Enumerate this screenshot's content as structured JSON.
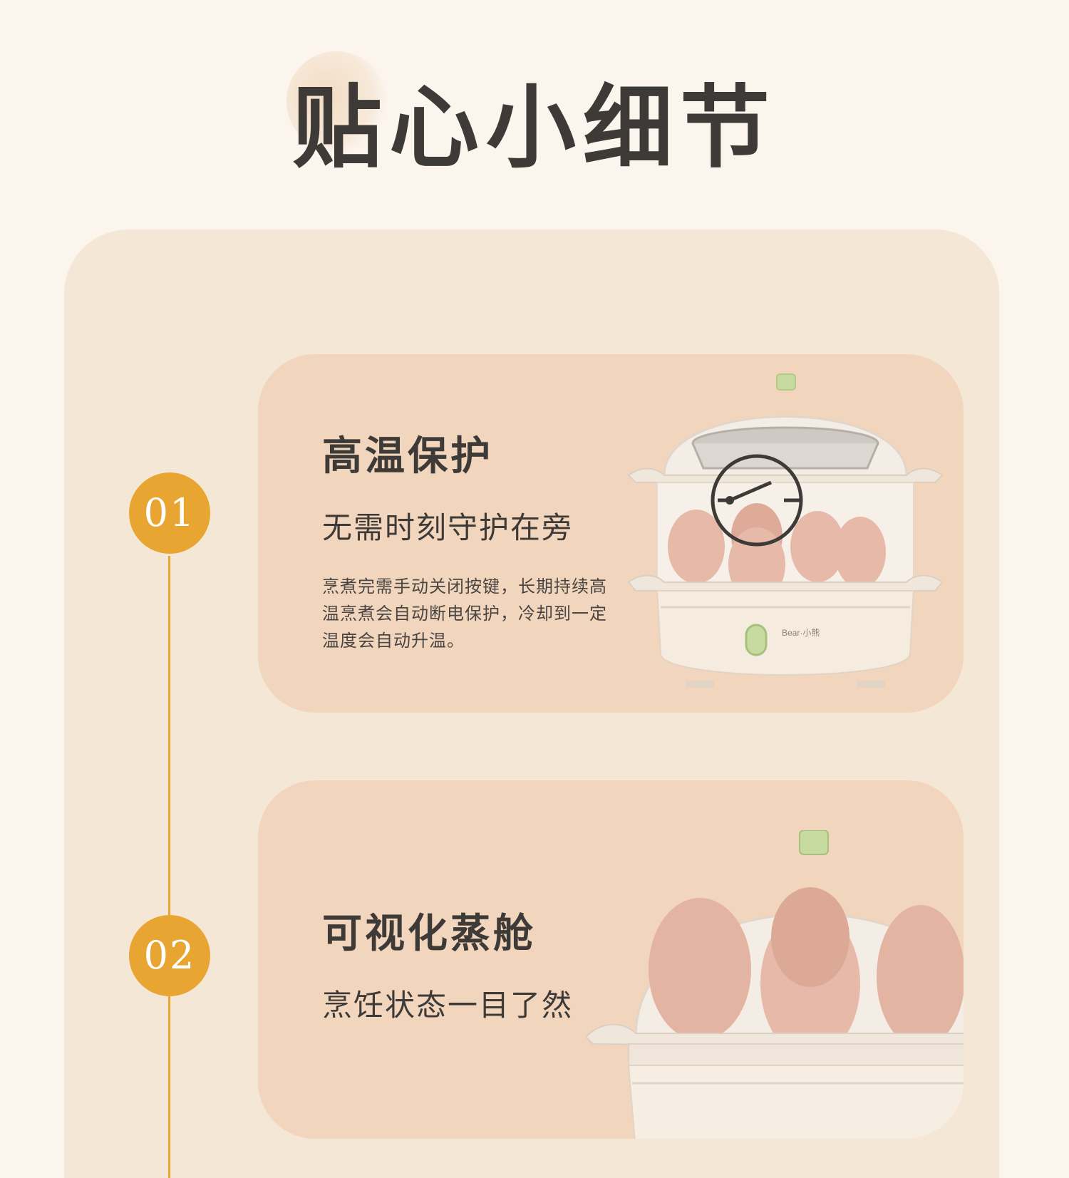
{
  "header": {
    "title": "贴心小细节"
  },
  "features": [
    {
      "step": "01",
      "title": "高温保护",
      "subtitle": "无需时刻守护在旁",
      "description": "烹煮完需手动关闭按键，长期持续高温烹煮会自动断电保护，冷却到一定温度会自动升温。",
      "brand_mark": "Bear·小熊"
    },
    {
      "step": "02",
      "title": "可视化蒸舱",
      "subtitle": "烹饪状态一目了然"
    }
  ],
  "colors": {
    "page_background": "#fbf5ee",
    "outer_card": "#f5e7d6",
    "feature_card": "#f1d6bd",
    "accent": "#e9a531",
    "text": "#3e3a37",
    "egg": "#e7b9a8",
    "knob_green": "#c7dba0"
  },
  "icons": {
    "timer_switch": "timer-switch-icon"
  }
}
